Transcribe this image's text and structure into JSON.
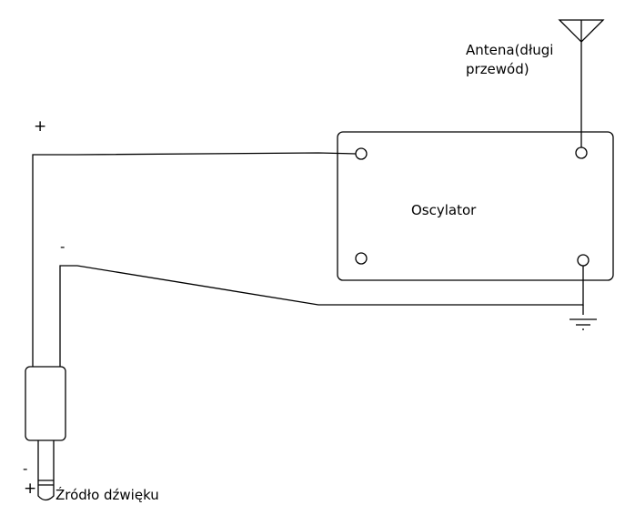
{
  "labels": {
    "antenna_line1": "Antena(długi",
    "antenna_line2": "przewód)",
    "oscillator": "Oscylator",
    "plus_top": "+",
    "minus_top": "-",
    "minus_jack": "-",
    "plus_jack": "+",
    "source": "Źródło dźwięku"
  },
  "colors": {
    "stroke": "#000000",
    "background": "#ffffff"
  }
}
